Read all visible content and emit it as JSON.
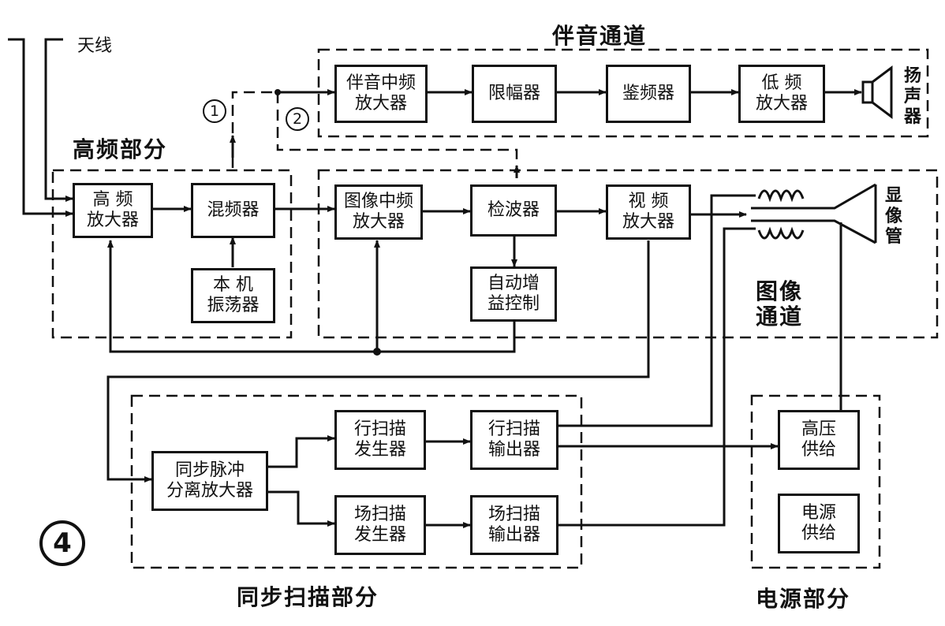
{
  "labels": {
    "antenna": "天线",
    "sound_channel": "伴音通道",
    "rf_section": "高频部分",
    "video_channel": "图像\n通道",
    "sync_scan_section": "同步扫描部分",
    "power_section": "电源部分",
    "speaker": "扬\n声\n器",
    "picture_tube": "显\n像\n管"
  },
  "markers": {
    "path_1": "1",
    "path_2": "2",
    "figure_number": "4"
  },
  "blocks": {
    "rf_amp": "高  频\n放大器",
    "mixer": "混频器",
    "local_osc": "本  机\n振荡器",
    "sound_if_amp": "伴音中频\n放大器",
    "limiter": "限幅器",
    "discriminator": "鉴频器",
    "audio_amp": "低  频\n放大器",
    "video_if_amp": "图像中频\n放大器",
    "detector": "检波器",
    "video_amp": "视  频\n放大器",
    "agc": "自动增\n益控制",
    "sync_sep": "同步脉冲\n分离放大器",
    "h_osc": "行扫描\n发生器",
    "h_out": "行扫描\n输出器",
    "v_osc": "场扫描\n发生器",
    "v_out": "场扫描\n输出器",
    "hv_supply": "高压\n供给",
    "power_supply": "电源\n供给"
  }
}
